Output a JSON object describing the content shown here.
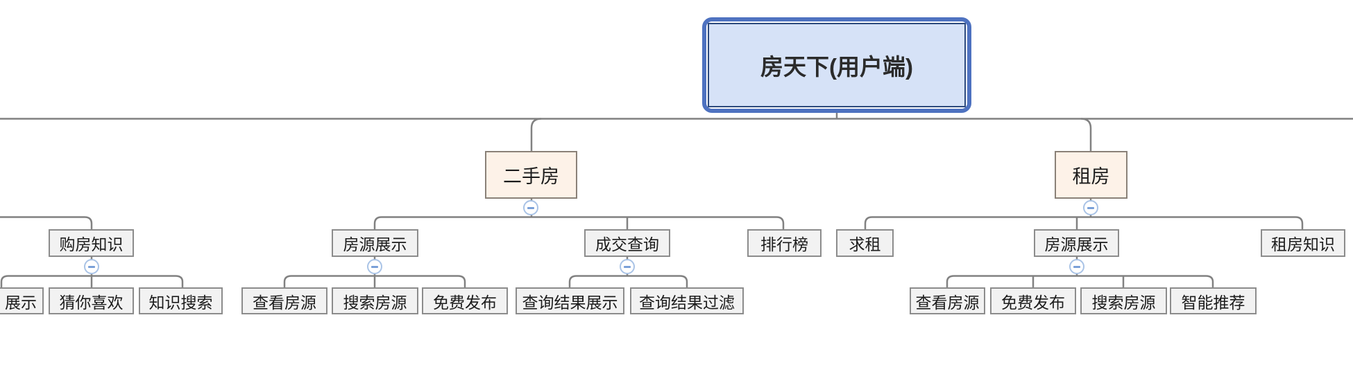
{
  "app": {
    "type": "mind-map-canvas"
  },
  "colors": {
    "background": "#ffffff",
    "connector_line": "#818181",
    "root_fill": "#d6e2f7",
    "root_border_outer": "#4e72c0",
    "root_border_inner": "#2d4a7d",
    "branch_fill": "#fdf2e8",
    "branch_border": "#8a8178",
    "leaf_fill": "#f2f2f2",
    "leaf_border": "#8c8c8c",
    "collapse_ring": "#a9c3e6",
    "collapse_minus": "#7aa0d8"
  },
  "tree": {
    "root": {
      "label": "房天下(用户端)"
    },
    "cropped_left_branch": {
      "label": "购房知识",
      "children": [
        {
          "label": "展示"
        },
        {
          "label": "猜你喜欢"
        },
        {
          "label": "知识搜索"
        }
      ]
    },
    "branches": [
      {
        "label": "二手房",
        "children": [
          {
            "label": "房源展示",
            "children": [
              {
                "label": "查看房源"
              },
              {
                "label": "搜索房源"
              },
              {
                "label": "免费发布"
              }
            ]
          },
          {
            "label": "成交查询",
            "children": [
              {
                "label": "查询结果展示"
              },
              {
                "label": "查询结果过滤"
              }
            ]
          },
          {
            "label": "排行榜",
            "children": []
          }
        ]
      },
      {
        "label": "租房",
        "children": [
          {
            "label": "求租",
            "children": []
          },
          {
            "label": "房源展示",
            "children": [
              {
                "label": "查看房源"
              },
              {
                "label": "免费发布"
              },
              {
                "label": "搜索房源"
              },
              {
                "label": "智能推荐"
              }
            ]
          },
          {
            "label": "租房知识",
            "children": []
          }
        ]
      }
    ]
  }
}
